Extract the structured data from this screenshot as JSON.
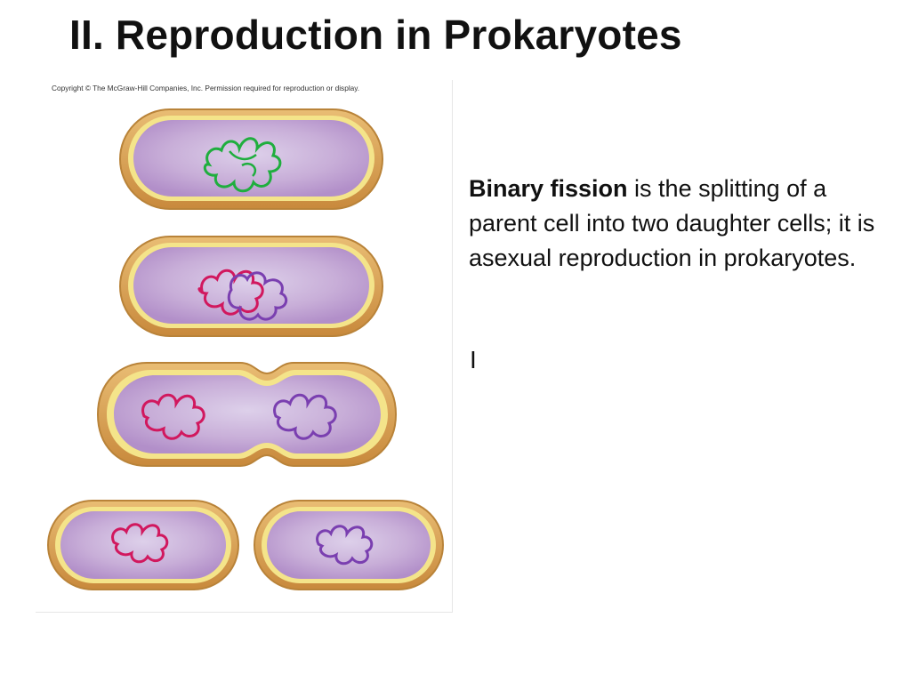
{
  "slide": {
    "title": "II.  Reproduction in Prokaryotes"
  },
  "figure": {
    "copyright": "Copyright © The McGraw-Hill Companies, Inc. Permission required for reproduction or display.",
    "colors": {
      "wall": "#d9a35a",
      "wall_edge": "#b98339",
      "membrane": "#f4e48a",
      "cytoplasm": "#c6a9d6",
      "dna_parent": "#1fae3e",
      "dna_red": "#d1185e",
      "dna_purple": "#7a3fb0"
    }
  },
  "description": {
    "term": "Binary fission",
    "definition": " is the splitting of a parent cell into two daughter cells; it is asexual reproduction in prokaryotes.",
    "extra_line": "I"
  }
}
